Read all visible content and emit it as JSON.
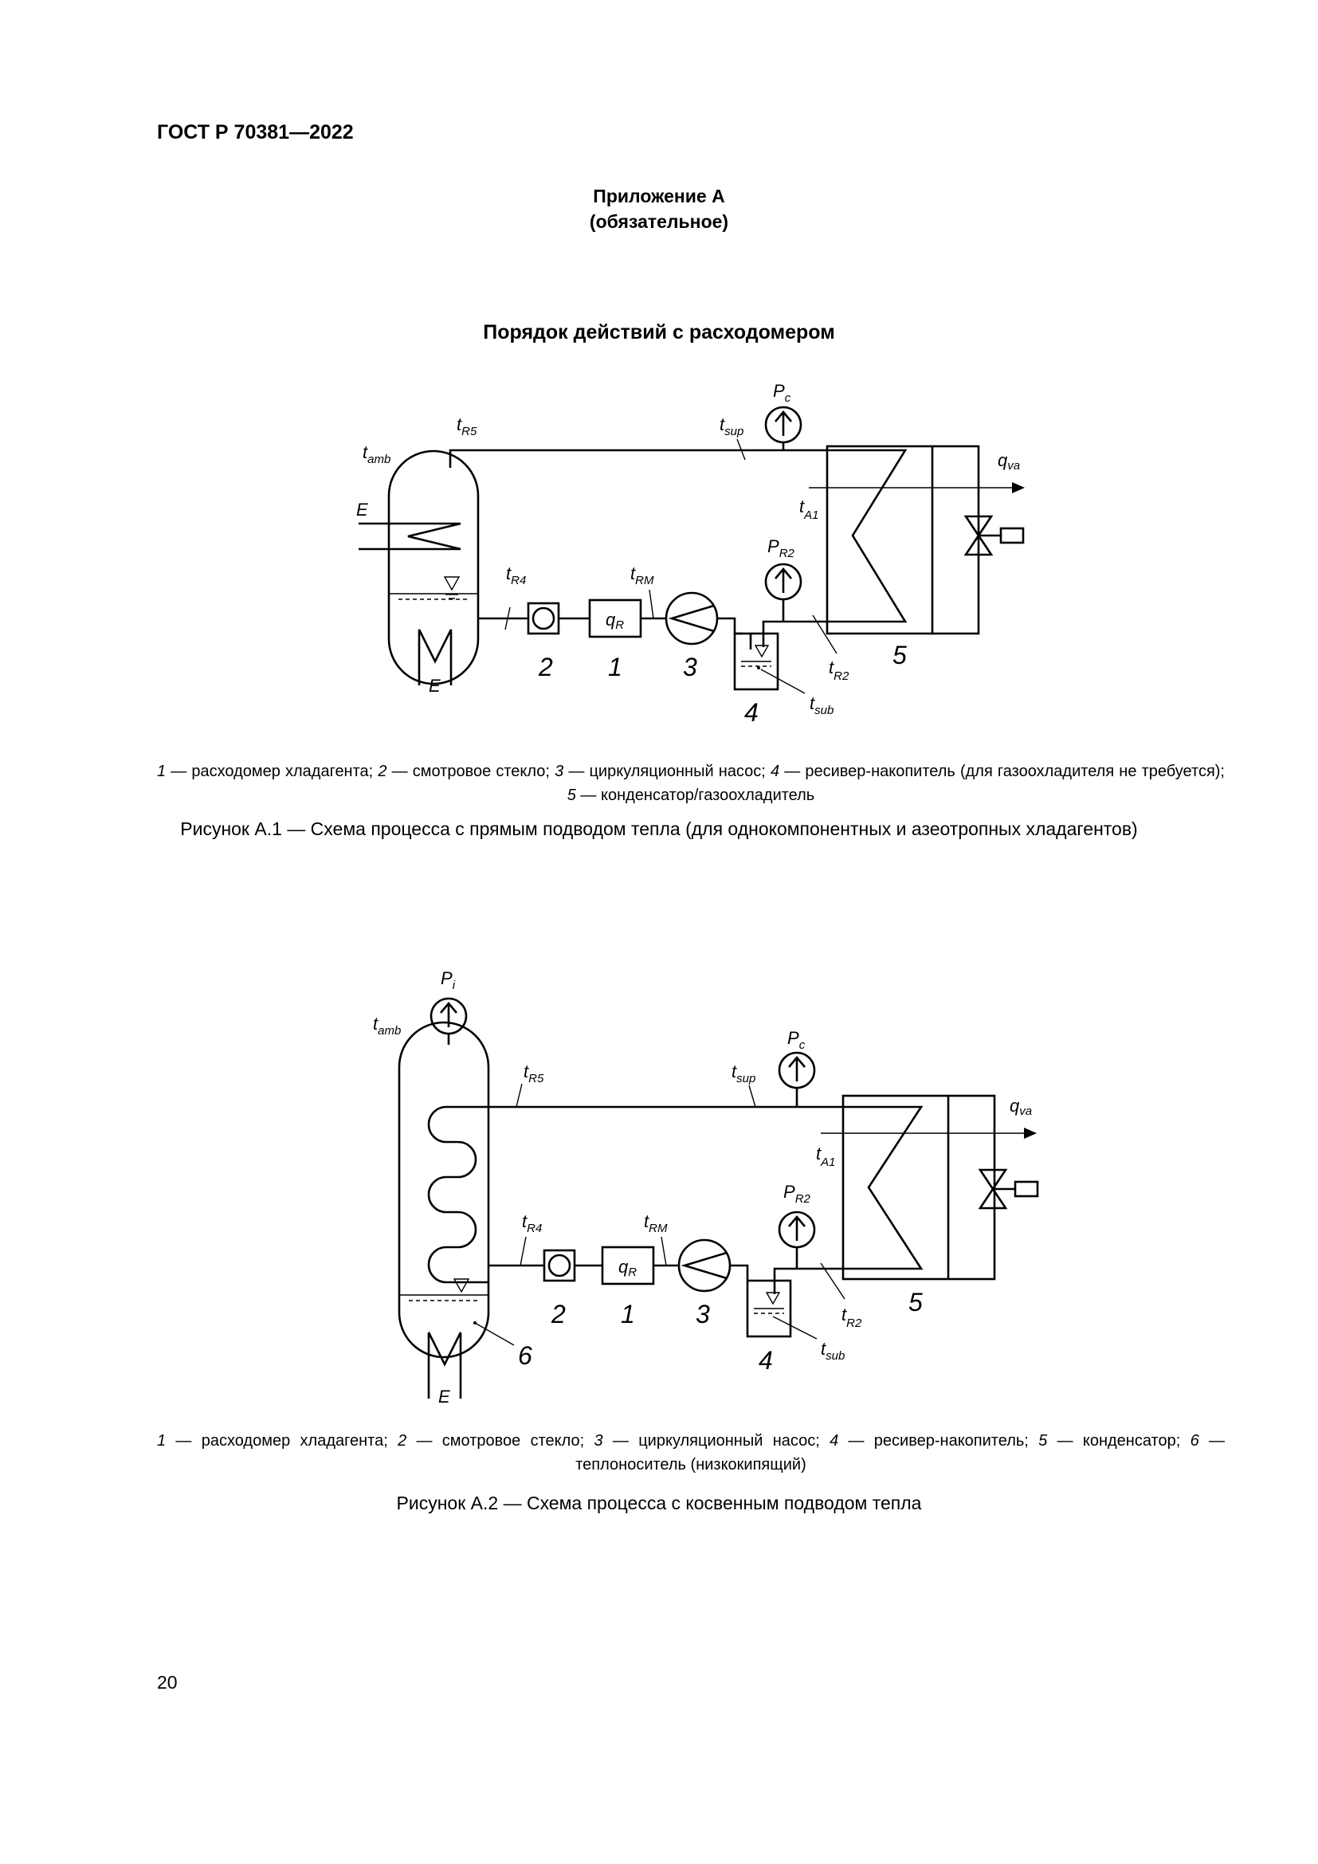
{
  "header": {
    "standard": "ГОСТ Р 70381—2022"
  },
  "appendix": {
    "title": "Приложение А",
    "status": "(обязательное)"
  },
  "section_title": "Порядок действий с расходомером",
  "figure1": {
    "labels": {
      "Pc": "P",
      "Pc_sub": "c",
      "tR5": "t",
      "tR5_sub": "R5",
      "tamb": "t",
      "tamb_sub": "amb",
      "tsup": "t",
      "tsup_sub": "sup",
      "qva": "q",
      "qva_sub": "va",
      "E_top": "E",
      "tA1": "t",
      "tA1_sub": "A1",
      "PR2": "P",
      "PR2_sub": "R2",
      "tR4": "t",
      "tR4_sub": "R4",
      "tRM": "t",
      "tRM_sub": "RM",
      "qR": "q",
      "qR_sub": "R",
      "E_bottom": "E",
      "n2": "2",
      "n1": "1",
      "n3": "3",
      "n4": "4",
      "n5": "5",
      "tR2": "t",
      "tR2_sub": "R2",
      "tsub": "t",
      "tsub_sub": "sub"
    },
    "legend": {
      "i1": "1",
      "t1": " — расходомер хладагента; ",
      "i2": "2",
      "t2": " — смотровое стекло; ",
      "i3": "3",
      "t3": " — циркуляционный насос; ",
      "i4": "4",
      "t4": " — ресивер-накопитель (для газоохладителя не требуется); ",
      "i5": "5",
      "t5": " — конденсатор/газоохладитель"
    },
    "caption": "Рисунок А.1 — Схема процесса с прямым подводом тепла (для однокомпонентных и азеотропных хладагентов)"
  },
  "figure2": {
    "labels": {
      "Pi": "P",
      "Pi_sub": "i",
      "tamb": "t",
      "tamb_sub": "amb",
      "Pc": "P",
      "Pc_sub": "c",
      "tR5": "t",
      "tR5_sub": "R5",
      "tsup": "t",
      "tsup_sub": "sup",
      "qva": "q",
      "qva_sub": "va",
      "tA1": "t",
      "tA1_sub": "A1",
      "PR2": "P",
      "PR2_sub": "R2",
      "tR4": "t",
      "tR4_sub": "R4",
      "tRM": "t",
      "tRM_sub": "RM",
      "qR": "q",
      "qR_sub": "R",
      "n2": "2",
      "n1": "1",
      "n3": "3",
      "n5": "5",
      "n6": "6",
      "n4": "4",
      "tR2": "t",
      "tR2_sub": "R2",
      "tsub": "t",
      "tsub_sub": "sub",
      "E": "E"
    },
    "legend": {
      "i1": "1",
      "t1": " — расходомер хладагента; ",
      "i2": "2",
      "t2": " — смотровое стекло; ",
      "i3": "3",
      "t3": " — циркуляционный насос; ",
      "i4": "4",
      "t4": " — ресивер-накопитель; ",
      "i5": "5",
      "t5": " — конденсатор; ",
      "i6": "6",
      "t6": " — теплоноситель (низкокипящий)"
    },
    "caption": "Рисунок А.2 — Схема процесса с косвенным подводом тепла"
  },
  "page_number": "20"
}
